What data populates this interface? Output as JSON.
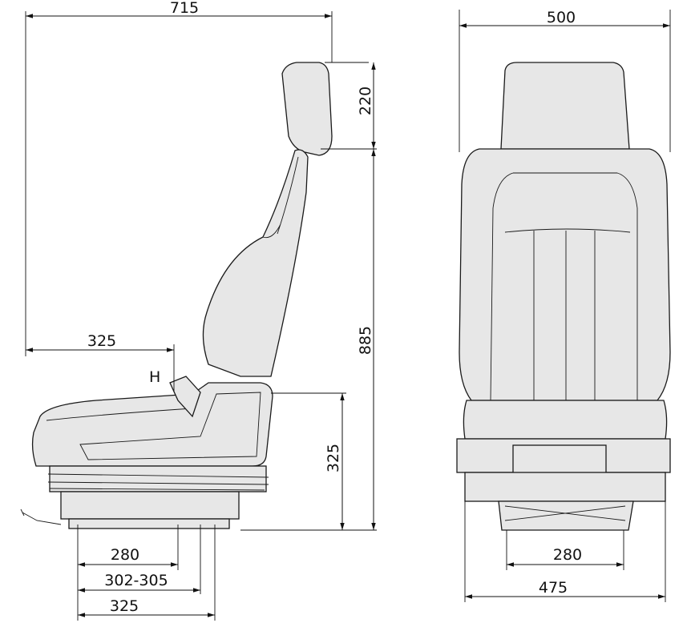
{
  "drawing": {
    "side_view": {
      "overall_length": "715",
      "headrest_height": "220",
      "overall_height": "885",
      "h_point_distance": "325",
      "h_point_label": "H",
      "seat_height": "325",
      "rail_280": "280",
      "rail_range": "302-305",
      "rail_325": "325"
    },
    "front_view": {
      "overall_width": "500",
      "rail_spacing": "280",
      "base_width": "475"
    },
    "colors": {
      "fill": "#e7e7e7",
      "line": "#1a1a1a"
    }
  }
}
